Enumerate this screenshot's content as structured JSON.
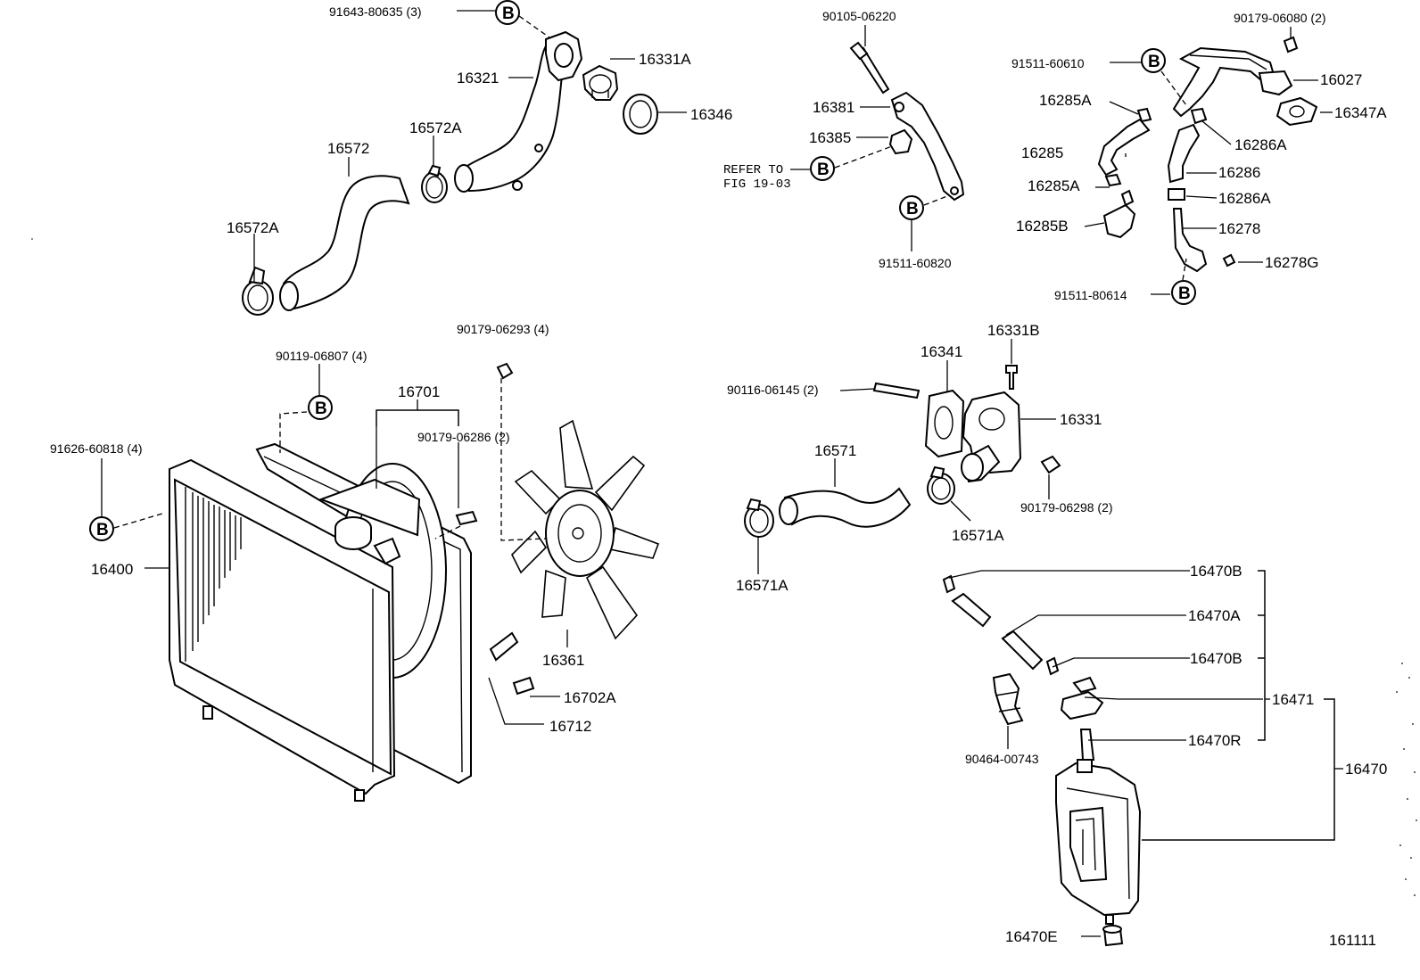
{
  "labels": {
    "p91643": "91643-80635 (3)",
    "p16331A": "16331A",
    "p16321": "16321",
    "p16346": "16346",
    "p16572A_top": "16572A",
    "p16572": "16572",
    "p16572A_left": "16572A",
    "p90105": "90105-06220",
    "p16381": "16381",
    "p16385": "16385",
    "refer1": "REFER TO",
    "refer2": "FIG 19-03",
    "p91511_60820": "91511-60820",
    "p90179_06080": "90179-06080 (2)",
    "p91511_60610": "91511-60610",
    "p16027": "16027",
    "p16285A_1": "16285A",
    "p16347A": "16347A",
    "p16286A_1": "16286A",
    "p16285": "16285",
    "p16286": "16286",
    "p16285A_2": "16285A",
    "p16286A_2": "16286A",
    "p16285B": "16285B",
    "p16278": "16278",
    "p16278G": "16278G",
    "p91511_80614": "91511-80614",
    "p90179_06293": "90179-06293 (4)",
    "p90119": "90119-06807 (4)",
    "p16701": "16701",
    "p90179_06286": "90179-06286 (2)",
    "p91626": "91626-60818 (4)",
    "p16400": "16400",
    "p16361": "16361",
    "p16702A": "16702A",
    "p16712": "16712",
    "p16331B": "16331B",
    "p16341": "16341",
    "p90116": "90116-06145 (2)",
    "p16331": "16331",
    "p16571": "16571",
    "p90179_06298": "90179-06298 (2)",
    "p16571A_1": "16571A",
    "p16571A_2": "16571A",
    "p16470B_1": "16470B",
    "p16470A": "16470A",
    "p16470B_2": "16470B",
    "p16471": "16471",
    "p16470R": "16470R",
    "p90464": "90464-00743",
    "p16470": "16470",
    "p16470E": "16470E",
    "figno": "161111"
  },
  "ref_markers": {
    "b": "B"
  }
}
